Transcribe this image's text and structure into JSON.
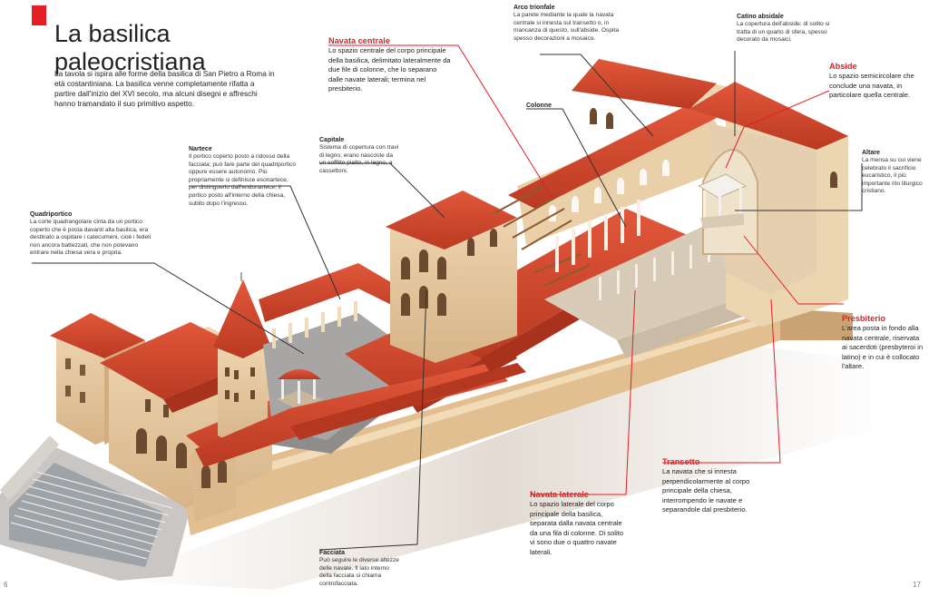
{
  "title": {
    "line1": "La basilica",
    "line2": "paleocristiana"
  },
  "intro": "La tavola si ispira alle forme della basilica di San Pietro a Roma in età costantiniana. La basilica venne completamente rifatta a partire dall'inizio del XVI secolo, ma alcuni disegni e affreschi hanno tramandato il suo primitivo aspetto.",
  "labels": {
    "navata_centrale": {
      "title": "Navata centrale",
      "text": "Lo spazio centrale del corpo principale della basilica, delimitato lateralmente da due file di colonne, che lo separano dalle navate laterali; termina nel presbiterio."
    },
    "arco_trionfale": {
      "title": "Arco trionfale",
      "text": "La parete mediante la quale la navata centrale si innesta sul transetto o, in mancanza di questo, sull'abside. Ospita spesso decorazioni a mosaico."
    },
    "catino_absidale": {
      "title": "Catino absidale",
      "text": "La copertura dell'abside: di solito si tratta di un quarto di sfera, spesso decorato da mosaici."
    },
    "abside": {
      "title": "Abside",
      "text": "Lo spazio semicircolare che conclude una navata, in particolare quella centrale."
    },
    "colonne": {
      "title": "Colonne",
      "text": ""
    },
    "capitale": {
      "title": "Capitale",
      "text": "Sistema di copertura con travi di legno; erano nascoste da un soffitto piatto, in legno, a cassettoni."
    },
    "nartece": {
      "title": "Nartece",
      "text": "Il portico coperto posto a ridosso della facciata; può fare parte del quadriportico oppure essere autonomo. Più propriamente si definisce esonartece, per distinguerlo dall'endonartece, il portico posto all'interno della chiesa, subito dopo l'ingresso."
    },
    "quadriportico": {
      "title": "Quadriportico",
      "text": "La corte quadrangolare cinta da un portico coperto che è posta davanti alla basilica, era destinato a ospitare i catecumeni, cioè i fedeli non ancora battezzati, che non potevano entrare nella chiesa vera e propria."
    },
    "altare": {
      "title": "Altare",
      "text": "La mensa su cui viene celebrato il sacrificio eucaristico, il più importante rito liturgico cristiano."
    },
    "presbiterio": {
      "title": "Presbiterio",
      "text": "L'area posta in fondo alla navata centrale, riservata ai sacerdoti (presbyteroi in latino) e in cui è collocato l'altare."
    },
    "transetto": {
      "title": "Transetto",
      "text": "La navata che si innesta perpendicolarmente al corpo principale della chiesa, interrompendo le navate e separandole dal presbiterio."
    },
    "navata_laterale": {
      "title": "Navata laterale",
      "text": "Lo spazio laterale del corpo principale della basilica, separata dalla navata centrale da una fila di colonne. Di solito vi sono due o quattro navate laterali."
    },
    "facciata": {
      "title": "Facciata",
      "text": "Può seguire le diverse altezze delle navate. Il lato interno della facciata si chiama controfacciata."
    }
  },
  "page_numbers": {
    "left": "6",
    "right": "17"
  },
  "colors": {
    "accent": "#e31e24",
    "roof": "#d0452a",
    "wall": "#e7c9a0",
    "floor": "#cfc3b0"
  }
}
